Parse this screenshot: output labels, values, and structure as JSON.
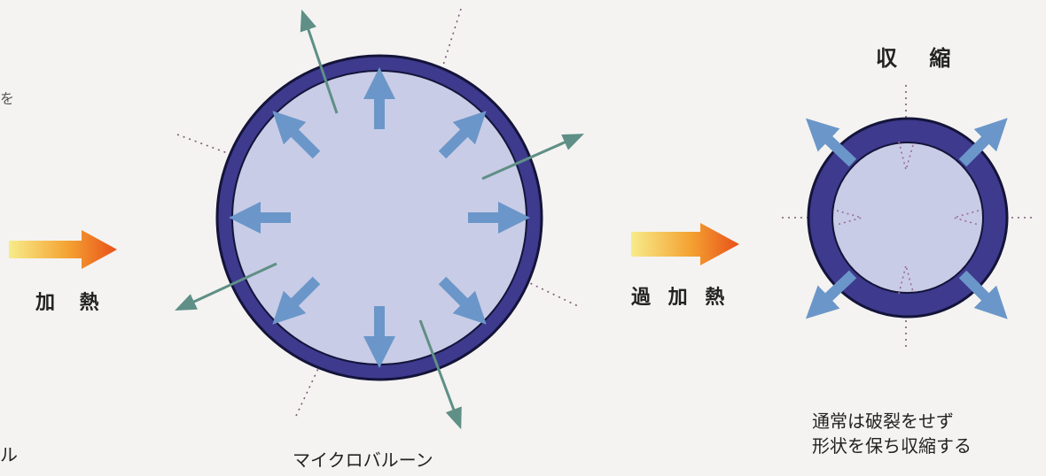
{
  "labels": {
    "heating": "加 熱",
    "overheating": "過 加 熱",
    "shrink": "収 縮",
    "microballoon": "マイクロバルーン",
    "note_line1": "通常は破裂をせず",
    "note_line2": "形状を保ち収縮する",
    "edge_fragment": "ル",
    "edge_mark": "を"
  },
  "colors": {
    "background": "#f4f3f1",
    "shell": "#3e3a8e",
    "shell_outline": "#14143a",
    "interior": "#c9cce6",
    "inner_arrow": "#6b96c9",
    "outer_arrow": "#5f8f86",
    "dashed_line": "#7c5a78",
    "heat_arrow_start": "#f5e070",
    "heat_arrow_end": "#e8561c"
  }
}
